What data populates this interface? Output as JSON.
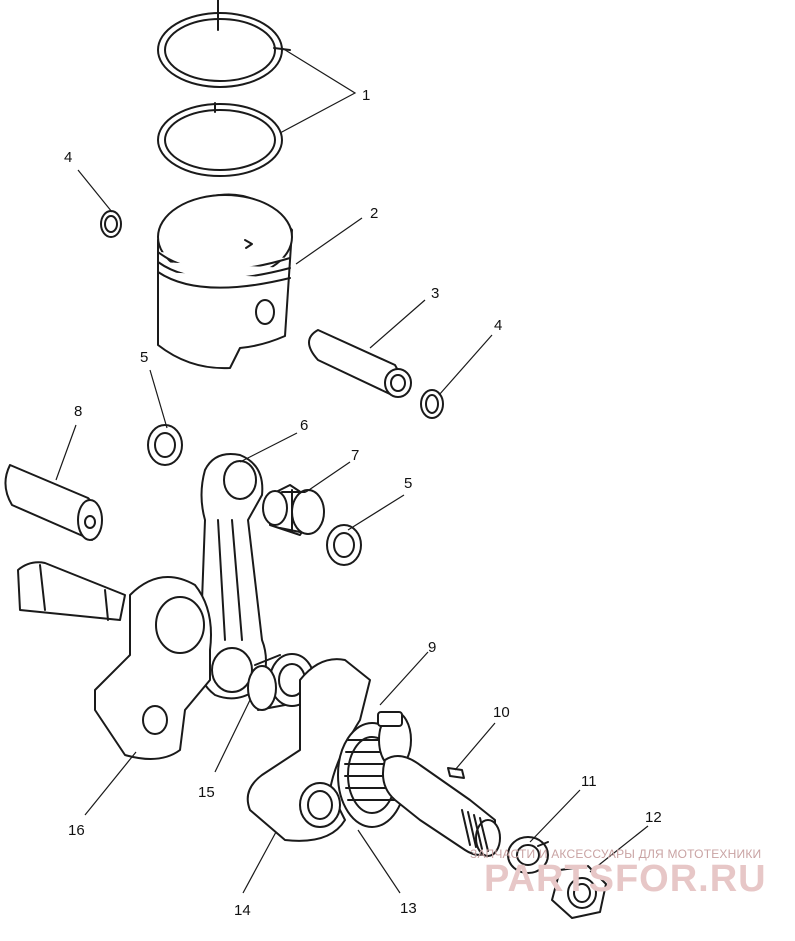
{
  "callouts": {
    "c1": "1",
    "c2": "2",
    "c3": "3",
    "c4a": "4",
    "c4b": "4",
    "c5a": "5",
    "c5b": "5",
    "c6": "6",
    "c7": "7",
    "c8": "8",
    "c9": "9",
    "c10": "10",
    "c11": "11",
    "c12": "12",
    "c13": "13",
    "c14": "14",
    "c15": "15",
    "c16": "16"
  },
  "watermark": {
    "tagline": "ЗАПЧАСТИ И АКСЕССУАРЫ ДЛЯ МОТОТЕХНИКИ",
    "logo": "PARTSFOR.RU"
  }
}
